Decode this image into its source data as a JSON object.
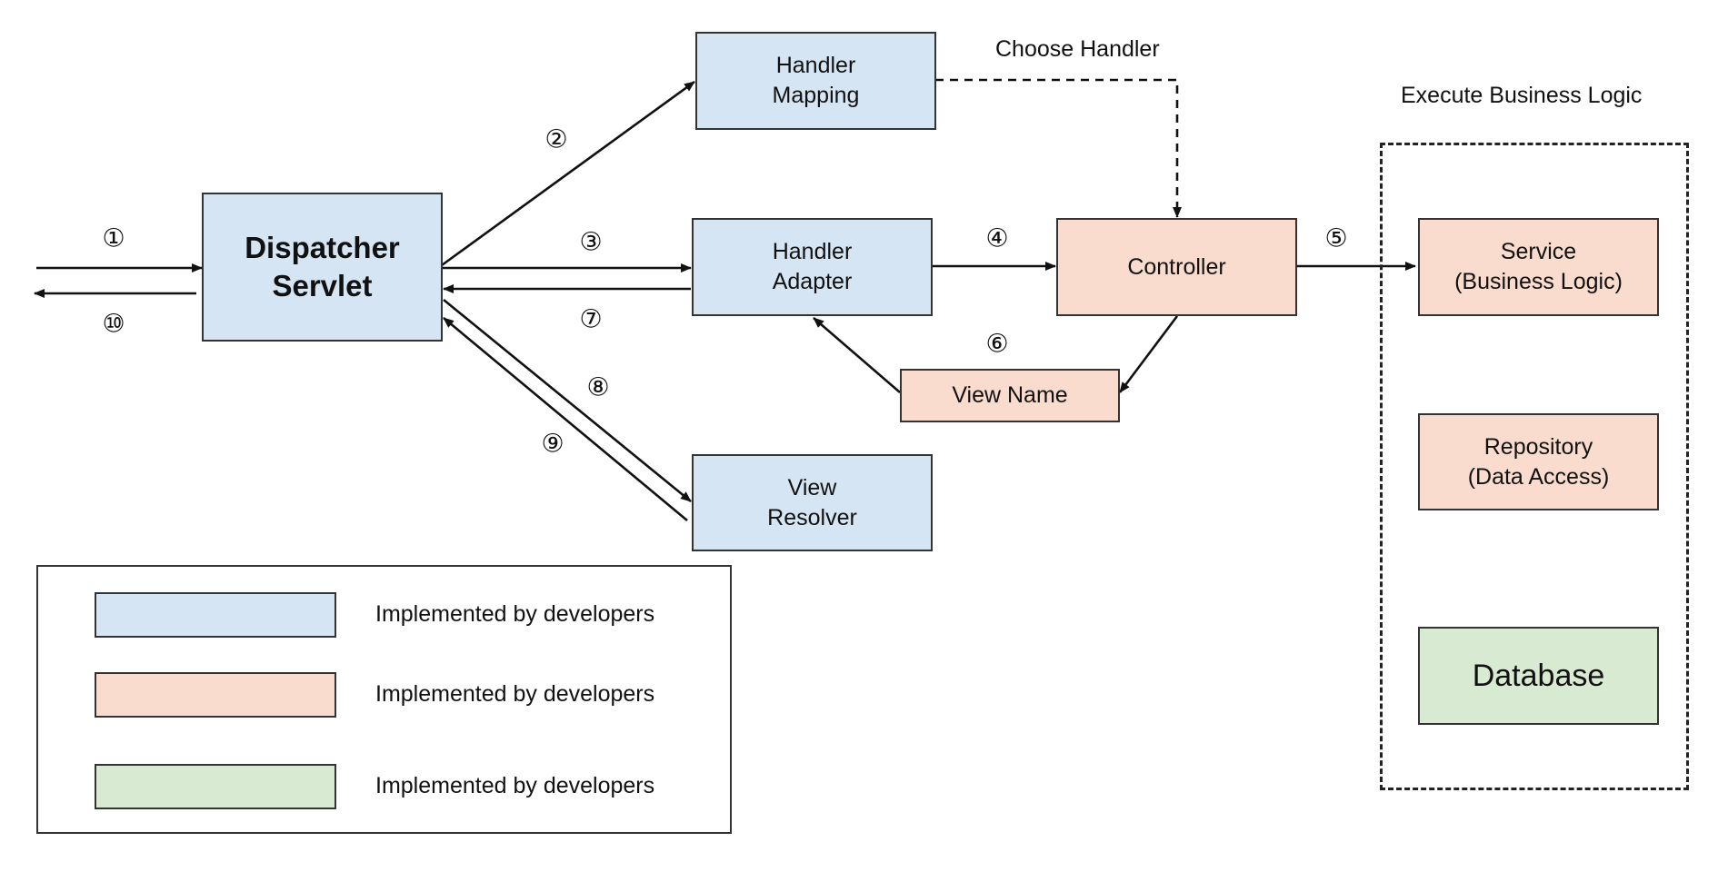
{
  "components": {
    "dispatcher_servlet": "Dispatcher\nServlet",
    "handler_mapping": "Handler\nMapping",
    "handler_adapter": "Handler\nAdapter",
    "view_resolver": "View\nResolver",
    "controller": "Controller",
    "view_name": "View Name",
    "service": "Service\n(Business Logic)",
    "repository": "Repository\n(Data Access)",
    "database": "Database"
  },
  "annotations": {
    "choose_handler": "Choose Handler",
    "execute_business_logic": "Execute Business Logic"
  },
  "steps": [
    "①",
    "②",
    "③",
    "④",
    "⑤",
    "⑥",
    "⑦",
    "⑧",
    "⑨",
    "⑩"
  ],
  "legend": [
    {
      "color": "#d6e5f3",
      "label": "Implemented by developers"
    },
    {
      "color": "#f9dccd",
      "label": "Implemented by developers"
    },
    {
      "color": "#d9ead3",
      "label": "Implemented by developers"
    }
  ],
  "colors": {
    "framework_blue": "#d6e5f3",
    "developer_peach": "#f9dccd",
    "database_green": "#d9ead3"
  }
}
